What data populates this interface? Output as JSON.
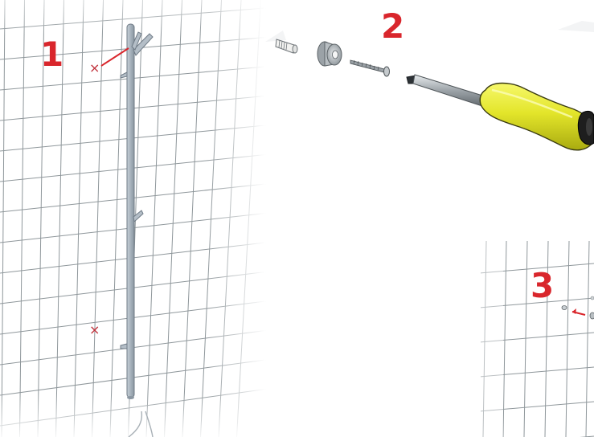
{
  "steps": [
    {
      "label": "1"
    },
    {
      "label": "2"
    },
    {
      "label": "3"
    }
  ],
  "marks": [
    {
      "label": "×"
    },
    {
      "label": "×"
    }
  ],
  "colors": {
    "step_number": "#d9262c",
    "grid": "#8f979b",
    "rail": "#a8b3bd",
    "screwdriver_handle": "#e6e82a",
    "screwdriver_cap": "#1e1e1e",
    "metal": "#9aa1a6"
  },
  "icons": {
    "wall_plug": "wall-plug-icon",
    "spacer": "spacer-icon",
    "screw": "screw-icon",
    "screwdriver": "screwdriver-icon",
    "towel_rail": "towel-rail-icon"
  }
}
